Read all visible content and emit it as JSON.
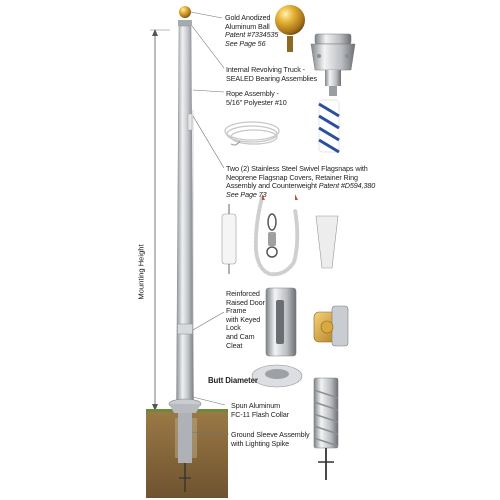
{
  "labels": {
    "ball": {
      "line1": "Gold Anodized",
      "line2": "Aluminum Ball",
      "patent": "Patent #7334535",
      "see_page": "See Page 56"
    },
    "truck": {
      "line1": "Internal Revolving Truck -",
      "line2": "SEALED Bearing Assemblies"
    },
    "rope": {
      "line1": "Rope Assembly -",
      "line2": "5/16\" Polyester #10"
    },
    "snaps": {
      "line1": "Two (2) Stainless Steel Swivel Flagsnaps with",
      "line2": "Neoprene Flagsnap Covers, Retainer Ring",
      "line3": "Assembly and Counterweight",
      "patent": "Patent #D594,380",
      "see_page": "See Page 73"
    },
    "door": {
      "line1": "Reinforced",
      "line2": "Raised Door",
      "line3": "Frame",
      "line4": "with Keyed",
      "line5": "Lock",
      "line6": "and Cam",
      "line7": "Cleat"
    },
    "butt": "Butt Diameter",
    "collar": {
      "line1": "Spun Aluminum",
      "line2": "FC-11 Flash Collar"
    },
    "sleeve": {
      "line1": "Ground Sleeve Assembly",
      "line2": "with Lighting Spike"
    },
    "mounting": "Mounting Height"
  },
  "colors": {
    "gold": "#c8941f",
    "pole": "#c9ccd0",
    "soil": "#8a6a3c",
    "leader": "#6f7378",
    "rope_blue": "#2a4fa0"
  }
}
